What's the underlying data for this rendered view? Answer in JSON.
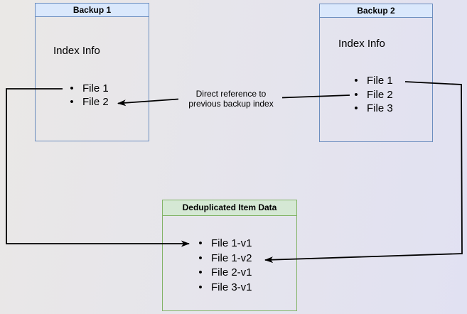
{
  "colors": {
    "bg_left": "#eae8e6",
    "bg_right": "#e1e1f2",
    "blue_header": "#dae8fc",
    "blue_border": "#6c8ebf",
    "green_header": "#d5e8d4",
    "green_border": "#82b366",
    "line_color": "#000000"
  },
  "boxes": {
    "backup1": {
      "title": "Backup 1",
      "subtitle": "Index Info",
      "items": [
        "File 1",
        "File 2"
      ]
    },
    "backup2": {
      "title": "Backup 2",
      "subtitle": "Index Info",
      "items": [
        "File 1",
        "File 2",
        "File 3"
      ]
    },
    "dedup": {
      "title": "Deduplicated Item Data",
      "items": [
        "File 1-v1",
        "File 1-v2",
        "File 2-v1",
        "File 3-v1"
      ]
    }
  },
  "connectors": {
    "direct_reference": {
      "label_line1": "Direct reference to",
      "label_line2": "previous backup index"
    }
  },
  "bullet_glyph": "•"
}
